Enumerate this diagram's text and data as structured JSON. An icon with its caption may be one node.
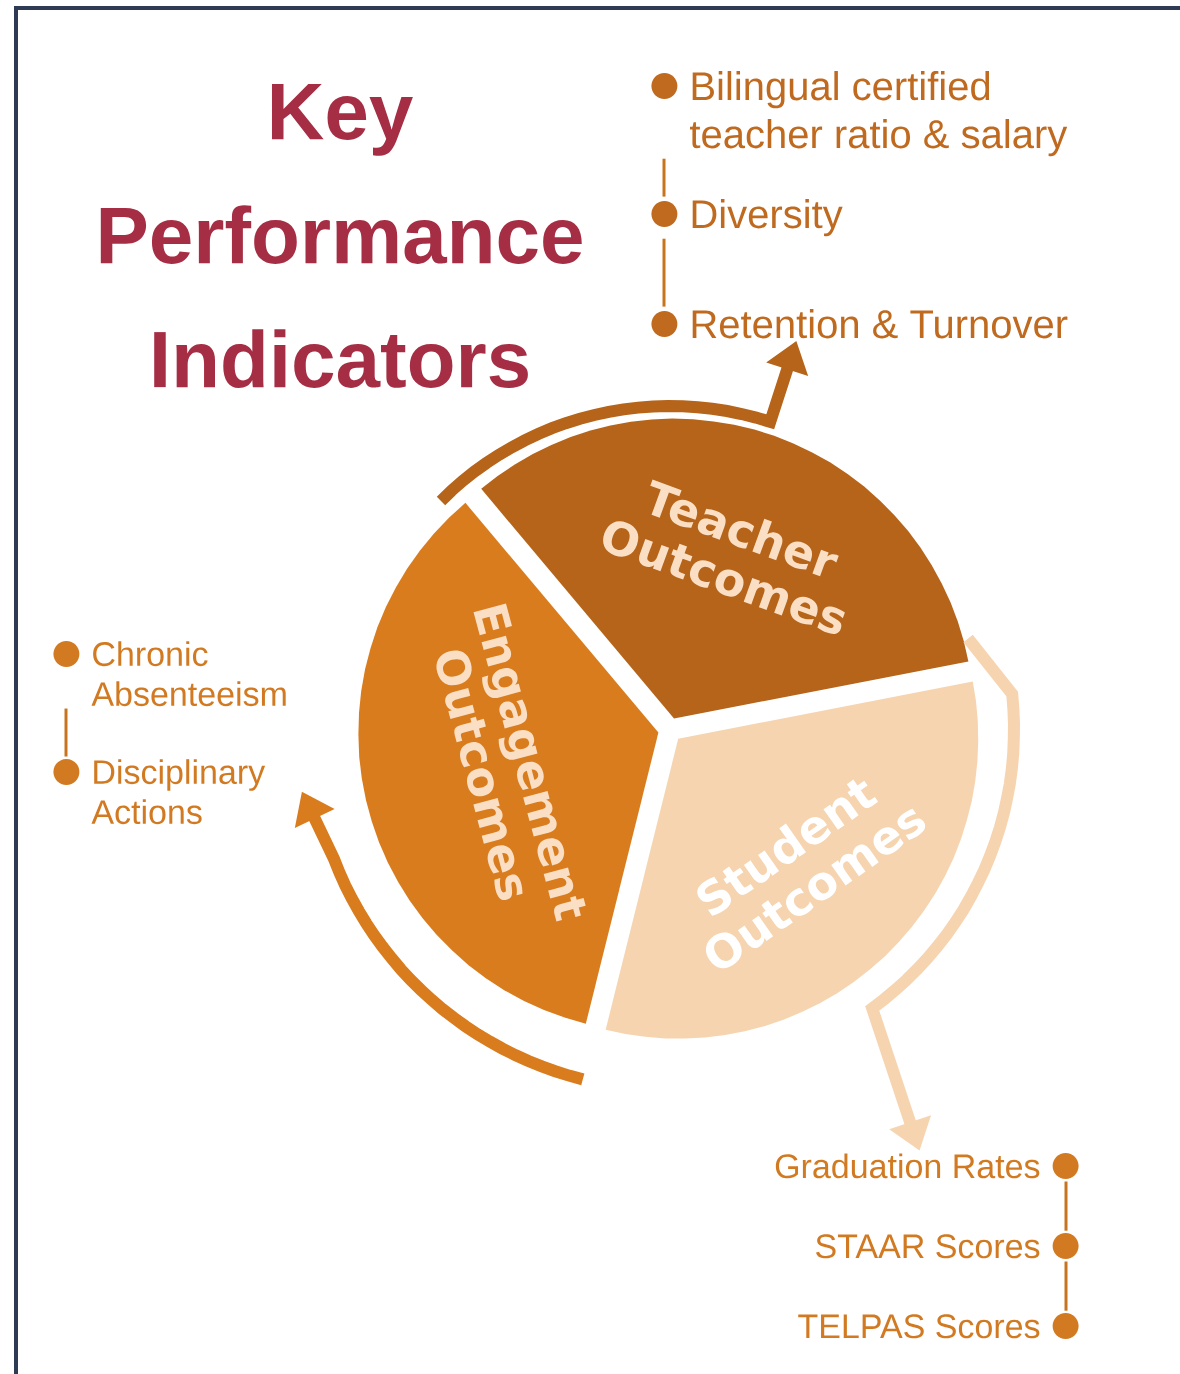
{
  "diagram": {
    "title": "Key Performance Indicators",
    "nodes": [
      {
        "text": [
          "Teacher Outcomes"
        ]
      },
      {
        "text": [
          "Engagement Outcomes"
        ]
      },
      {
        "text": [
          "Student Outcomes"
        ]
      },
      {
        "text": [
          "Bilingual certified teacher ratio & salary"
        ]
      },
      {
        "text": [
          "Diversity"
        ]
      },
      {
        "text": [
          "Retention & Turnover"
        ]
      },
      {
        "text": [
          "Chronic Absenteeism"
        ]
      },
      {
        "text": [
          "Disciplinary Actions"
        ]
      },
      {
        "text": [
          "Graduation Rates"
        ]
      },
      {
        "text": [
          "STAAR Scores"
        ]
      },
      {
        "text": [
          "TELPAS Scores"
        ]
      }
    ],
    "edges": [
      {
        "from": 1,
        "to": 5,
        "arrow": "to",
        "style": "thick",
        "color": "#b5641a"
      },
      {
        "from": 2,
        "to": 7,
        "arrow": "to",
        "style": "thick",
        "color": "#d97c1e"
      },
      {
        "from": 0,
        "to": 8,
        "arrow": "to",
        "style": "thick",
        "color": "#f6d4af"
      },
      {
        "from": 3,
        "to": 4,
        "arrow": "none"
      },
      {
        "from": 4,
        "to": 5,
        "arrow": "none"
      },
      {
        "from": 6,
        "to": 7,
        "arrow": "none"
      },
      {
        "from": 8,
        "to": 9,
        "arrow": "none"
      },
      {
        "from": 9,
        "to": 10,
        "arrow": "none"
      }
    ]
  }
}
